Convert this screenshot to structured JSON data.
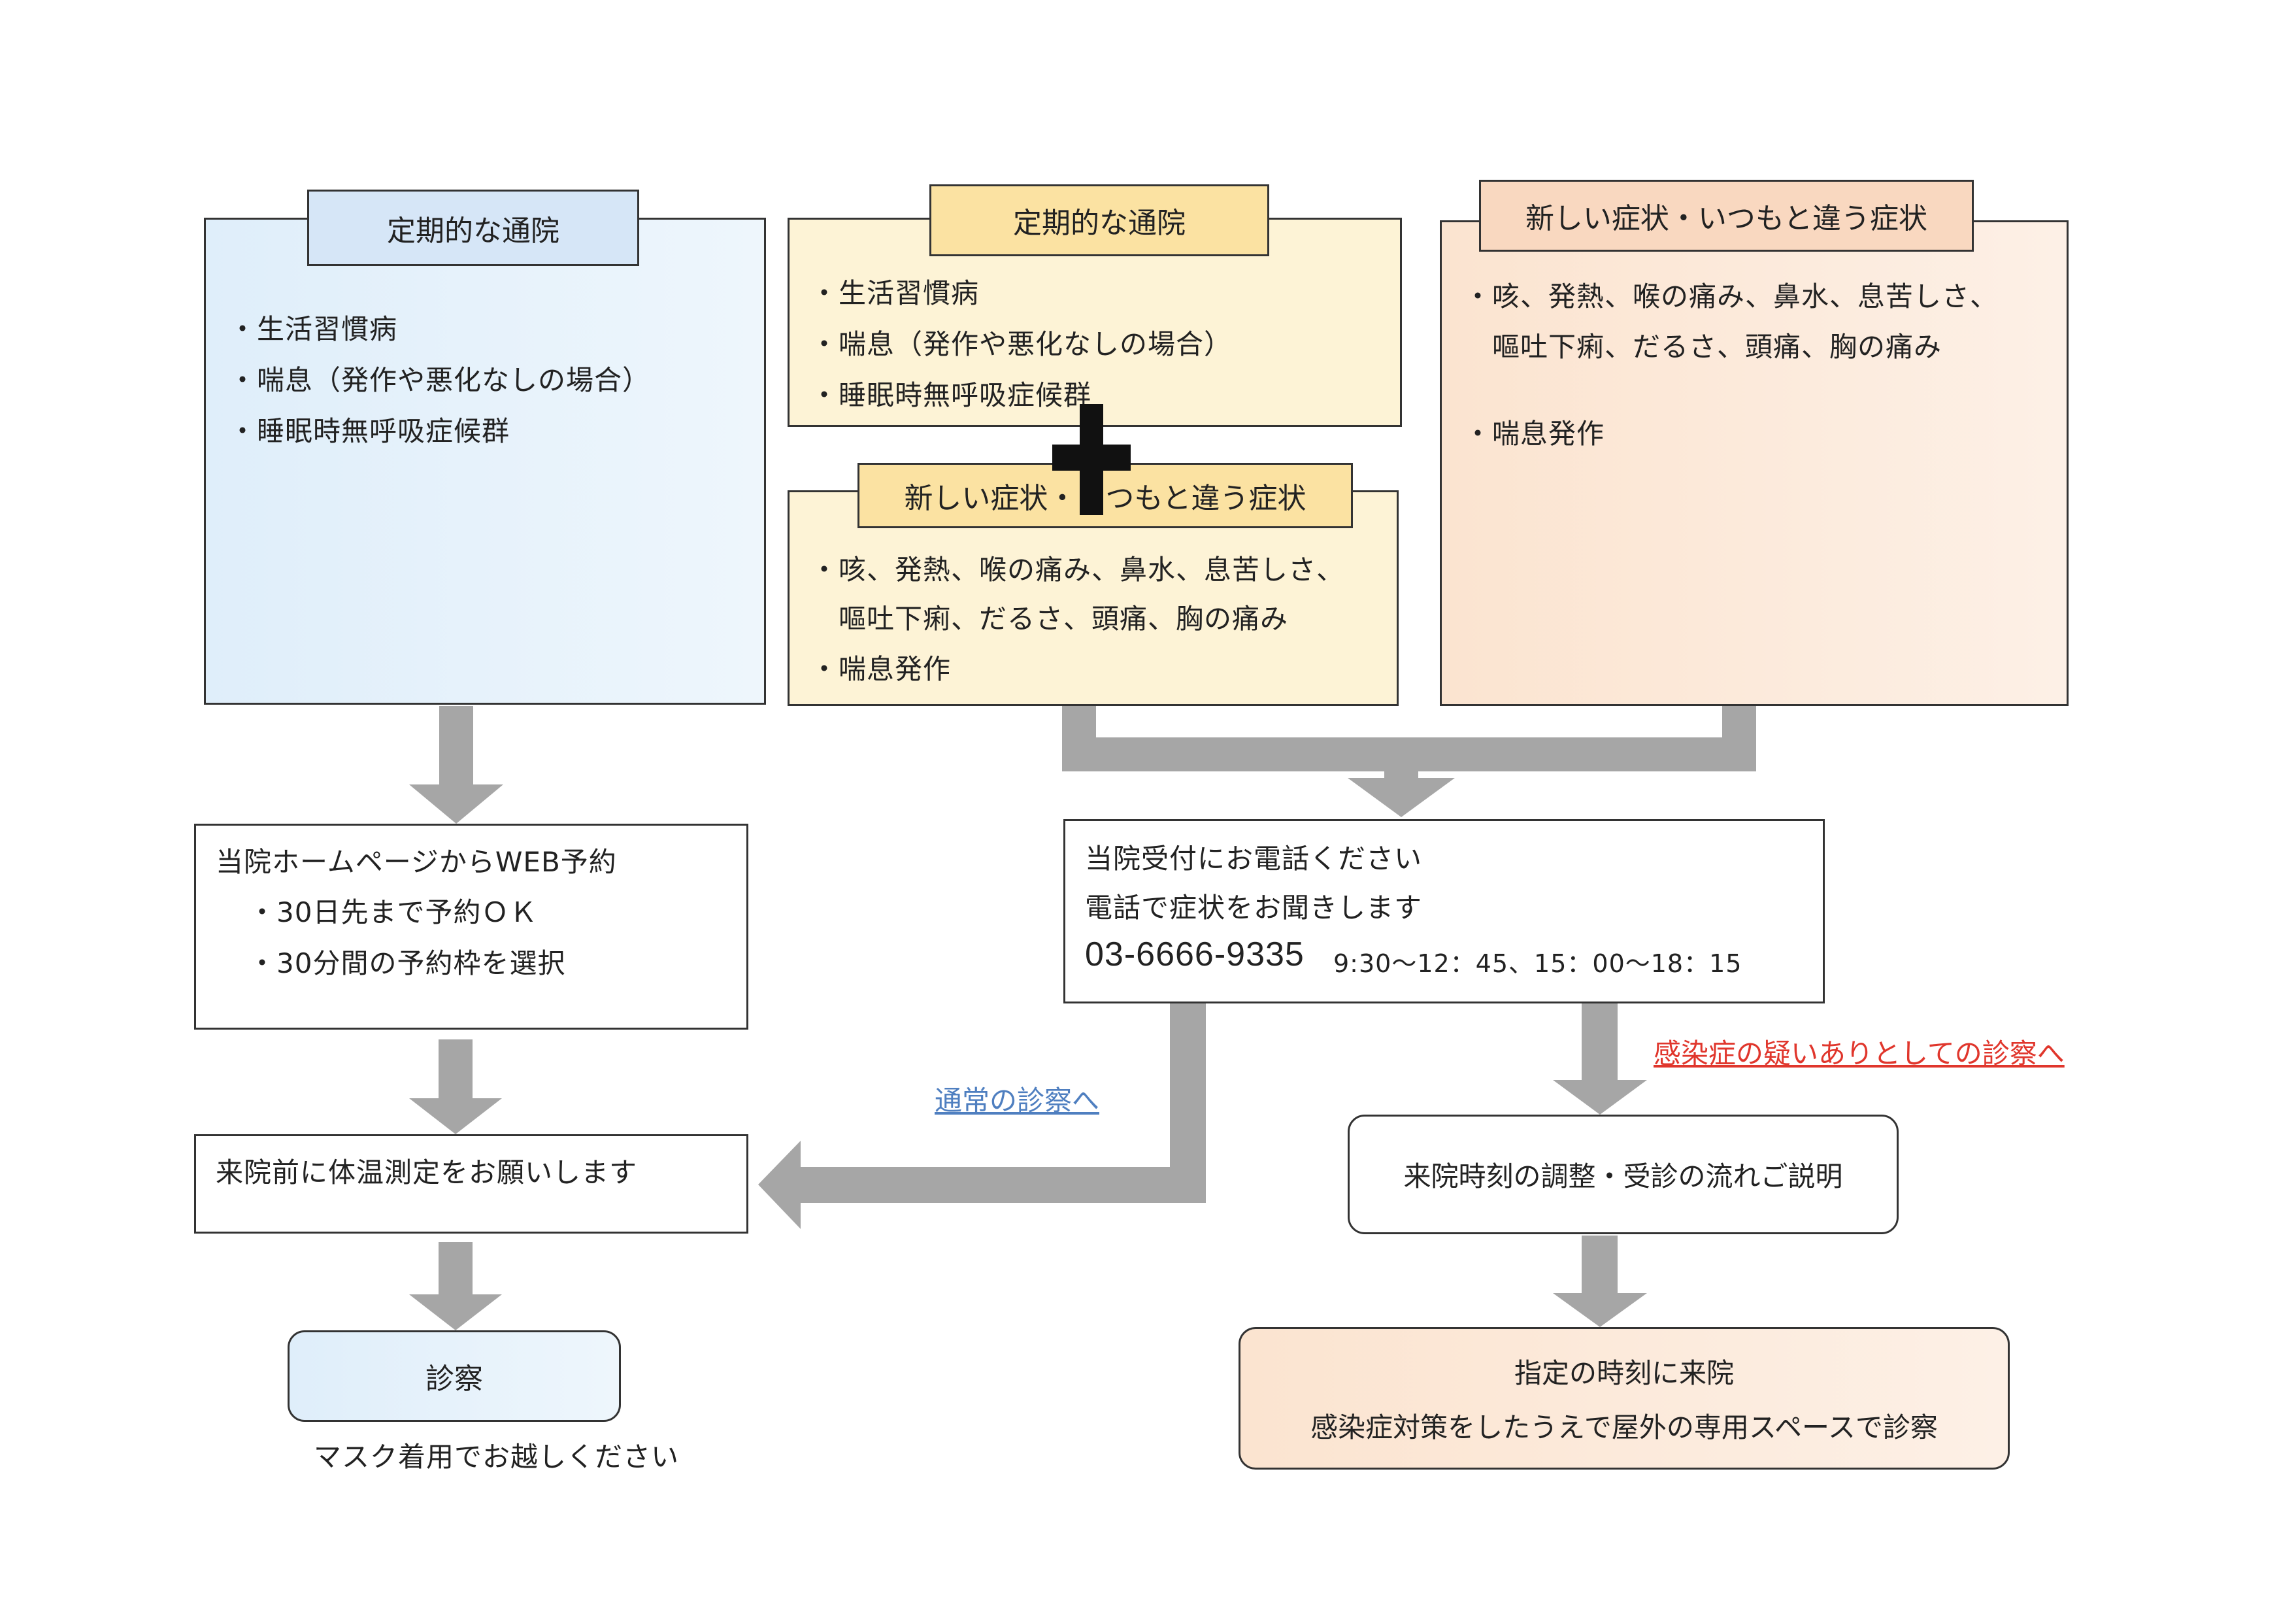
{
  "colors": {
    "blue_fill": "#dfeefa",
    "yellow_fill": "#fdf3d6",
    "peach_fill": "#fbe4d0",
    "arrow_gray": "#a6a6a6",
    "normal_link": "#4f7fc0",
    "infection_link": "#e0362c"
  },
  "left_column": {
    "title": "定期的な通院",
    "items": [
      "・生活習慣病",
      "・喘息（発作や悪化なしの場合）",
      "・睡眠時無呼吸症候群"
    ]
  },
  "middle_column": {
    "top_title": "定期的な通院",
    "top_items": [
      "・生活習慣病",
      "・喘息（発作や悪化なしの場合）",
      "・睡眠時無呼吸症候群"
    ],
    "plus_symbol": "plus-icon",
    "bottom_title": "新しい症状・いつもと違う症状",
    "bottom_items": [
      "・咳、発熱、喉の痛み、鼻水、息苦しさ、",
      "　嘔吐下痢、だるさ、頭痛、胸の痛み",
      "・喘息発作"
    ]
  },
  "right_column": {
    "title": "新しい症状・いつもと違う症状",
    "items": [
      "・咳、発熱、喉の痛み、鼻水、息苦しさ、",
      "　嘔吐下痢、だるさ、頭痛、胸の痛み",
      "・喘息発作"
    ]
  },
  "web_reservation": {
    "title": "当院ホームページからWEB予約",
    "items": [
      "・30日先まで予約ＯＫ",
      "・30分間の予約枠を選択"
    ]
  },
  "phone_box": {
    "line1": "当院受付にお電話ください",
    "line2": "電話で症状をお聞きします",
    "phone": "03-6666-9335",
    "hours": "9:30～12：45、15：00～18：15"
  },
  "temperature_box": {
    "text": "来院前に体温測定をお願いします"
  },
  "exam_box": {
    "label": "診察",
    "note": "マスク着用でお越しください"
  },
  "normal_exam_link": "通常の診察へ",
  "infection_link": "感染症の疑いありとしての診察へ",
  "adjust_box": {
    "text": "来院時刻の調整・受診の流れご説明"
  },
  "final_box": {
    "line1": "指定の時刻に来院",
    "line2": "感染症対策をしたうえで屋外の専用スペースで診察"
  }
}
